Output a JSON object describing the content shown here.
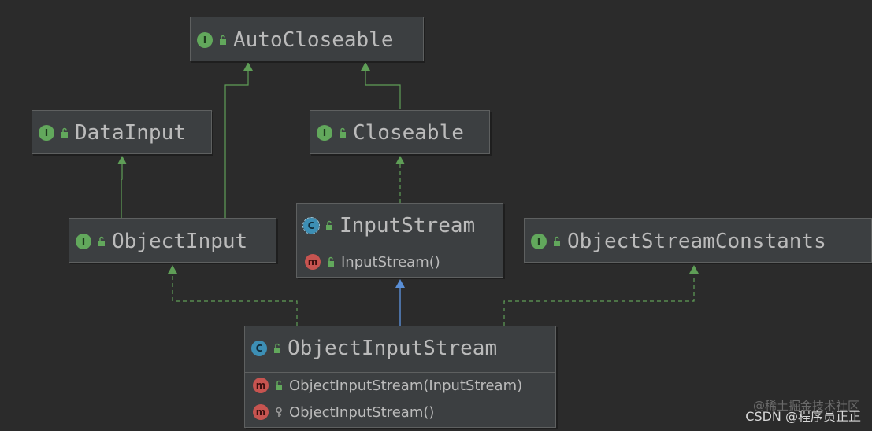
{
  "nodes": {
    "autocloseable": {
      "name": "AutoCloseable",
      "kind": "interface",
      "badge": "I"
    },
    "datainput": {
      "name": "DataInput",
      "kind": "interface",
      "badge": "I"
    },
    "closeable": {
      "name": "Closeable",
      "kind": "interface",
      "badge": "I"
    },
    "objectinput": {
      "name": "ObjectInput",
      "kind": "interface",
      "badge": "I"
    },
    "inputstream": {
      "name": "InputStream",
      "kind": "abstract-class",
      "badge": "C",
      "members": [
        {
          "label": "InputStream()",
          "badge": "m",
          "visibility": "public"
        }
      ]
    },
    "objectstreamconstants": {
      "name": "ObjectStreamConstants",
      "kind": "interface",
      "badge": "I"
    },
    "objectinputstream": {
      "name": "ObjectInputStream",
      "kind": "class",
      "badge": "C",
      "members": [
        {
          "label": "ObjectInputStream(InputStream)",
          "badge": "m",
          "visibility": "public"
        },
        {
          "label": "ObjectInputStream()",
          "badge": "m",
          "visibility": "protected"
        }
      ]
    }
  },
  "edges": [
    {
      "from": "Closeable",
      "to": "AutoCloseable",
      "type": "extends"
    },
    {
      "from": "ObjectInput",
      "to": "AutoCloseable",
      "type": "extends"
    },
    {
      "from": "ObjectInput",
      "to": "DataInput",
      "type": "extends"
    },
    {
      "from": "InputStream",
      "to": "Closeable",
      "type": "implements"
    },
    {
      "from": "ObjectInputStream",
      "to": "InputStream",
      "type": "extends-class"
    },
    {
      "from": "ObjectInputStream",
      "to": "ObjectInput",
      "type": "implements"
    },
    {
      "from": "ObjectInputStream",
      "to": "ObjectStreamConstants",
      "type": "implements"
    }
  ],
  "colors": {
    "background": "#2b2b2b",
    "node_fill": "#3c3f41",
    "interface_edge": "#5f9e57",
    "class_edge": "#5a8fd6",
    "text": "#bbbbbb"
  },
  "watermark": {
    "text": "CSDN @程序员正正",
    "faint_text": "@稀土掘金技术社区"
  }
}
